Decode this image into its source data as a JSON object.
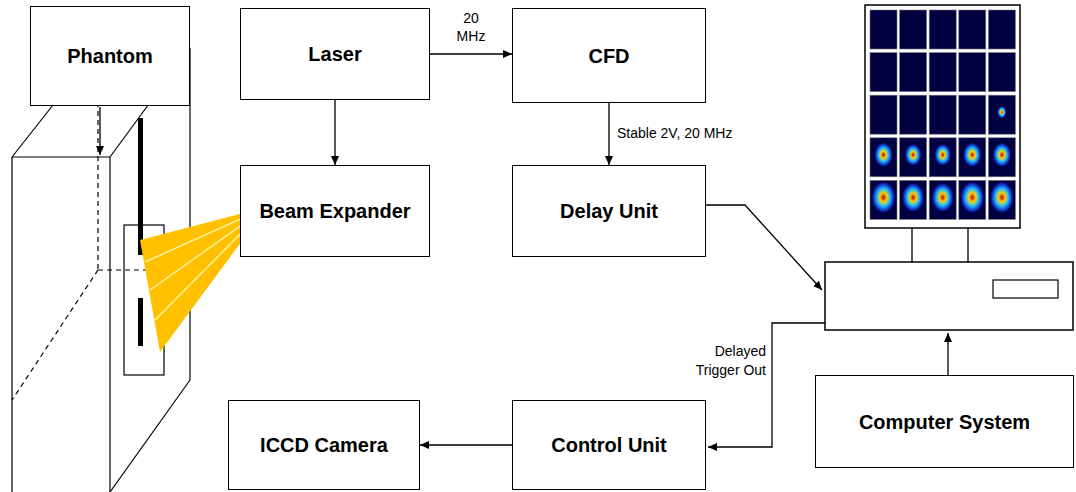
{
  "diagram": {
    "nodes": [
      {
        "text": [
          "Phantom"
        ]
      },
      {
        "text": [
          "Laser"
        ]
      },
      {
        "text": [
          "CFD"
        ]
      },
      {
        "text": [
          "Beam Expander"
        ]
      },
      {
        "text": [
          "Delay Unit"
        ]
      },
      {
        "text": [
          "Computer System"
        ]
      },
      {
        "text": [
          "ICCD Camera"
        ]
      },
      {
        "text": [
          "Control Unit"
        ]
      }
    ],
    "edges": [
      {
        "from": 1,
        "to": 2,
        "label": "20 MHz",
        "arrow": "to"
      },
      {
        "from": 1,
        "to": 3,
        "arrow": "to"
      },
      {
        "from": 2,
        "to": 4,
        "label": "Stable 2V, 20 MHz",
        "arrow": "to"
      },
      {
        "from": 7,
        "to": 6,
        "arrow": "to"
      }
    ],
    "labels": [
      "Delayed Trigger Out"
    ]
  }
}
